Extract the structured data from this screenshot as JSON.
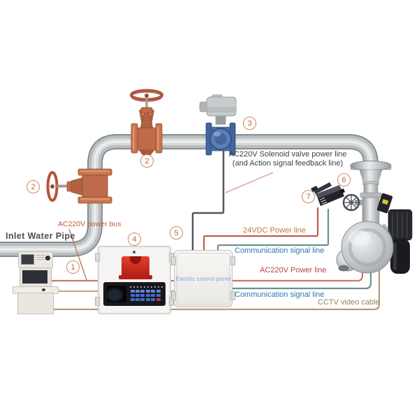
{
  "labels": {
    "inlet_pipe": "Inlet Water Pipe",
    "power_bus": "AC220V power bus",
    "solenoid_line_1": "AC220V Solenoid valve power line",
    "solenoid_line_2": "(and Action signal feedback line)",
    "dc24_power": "24VDC Power line",
    "comm_signal_top": "Communication signal line",
    "ac220_power": "AC220V Power line",
    "comm_signal_bottom": "Communication signal line",
    "cctv_cable": "CCTV video cable",
    "electric_control_panel": "Electric control panel"
  },
  "callouts": {
    "console": "1",
    "gate_valve_lower": "2",
    "gate_valve_upper": "2",
    "solenoid_flow_valve": "3",
    "alarm_control_box": "4",
    "electric_control_panel": "5",
    "fire_monitor": "6",
    "cctv_camera": "7"
  },
  "colors": {
    "wire_ac220_bus": "#c97a64",
    "wire_24vdc": "#c55a4a",
    "wire_comm": "#6a9488",
    "wire_cctv": "#b49a76",
    "wire_solenoid": "#55555c",
    "leader_pink": "#dda4b2",
    "label_power_bus": "#c25a35",
    "label_24vdc": "#c1763f",
    "label_comm": "#2e74b5",
    "label_ac220": "#b8434a",
    "label_cctv": "#94836a",
    "callout_accent": "#c05f3f",
    "pipe_gray": "#b8bdbf",
    "valve_orange": "#bf6a48",
    "meter_blue": "#4f6fa5"
  }
}
